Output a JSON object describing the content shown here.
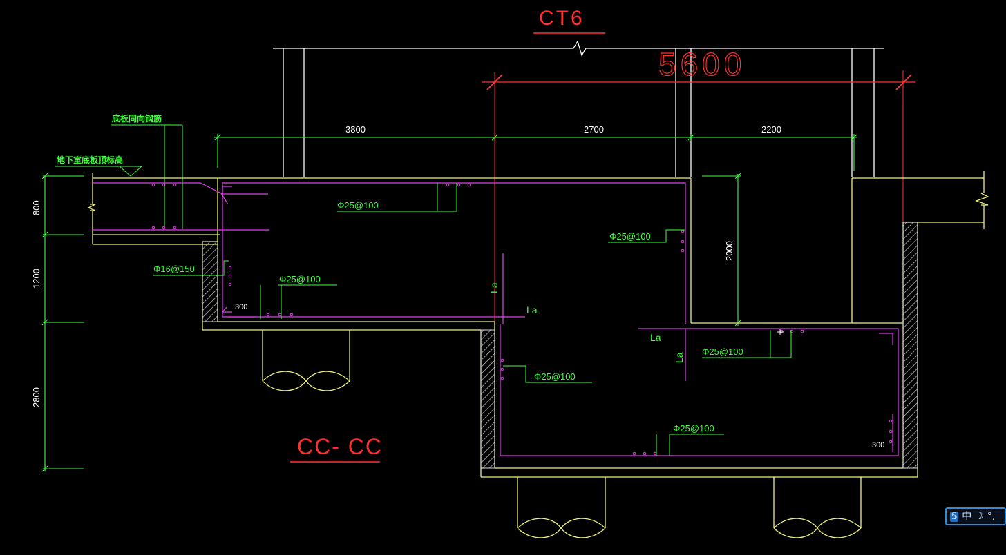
{
  "drawing": {
    "title": "CT6",
    "section_label": "CC- CC",
    "overall_dimension": "5600",
    "dimensions_horizontal": [
      "3800",
      "2700",
      "2200"
    ],
    "dimensions_vertical": [
      "800",
      "1200",
      "2800",
      "2000"
    ],
    "annotation_rebar": "底板同向钢筋",
    "annotation_elevation": "地下室底板顶标高",
    "rebar_labels": [
      "Φ25@100",
      "Φ16@150",
      "Φ25@100",
      "Φ25@100",
      "Φ25@100",
      "Φ25@100",
      "Φ25@100"
    ],
    "cover_labels": [
      "300",
      "300"
    ],
    "anchor_labels": [
      "La",
      "La",
      "La",
      "La"
    ],
    "colors": {
      "background": "#000000",
      "structure": "#f0f07a",
      "dimension": "#3cff3c",
      "rebar": "#e040e8",
      "red_text": "#ff3030",
      "white_line": "#ffffff",
      "hatch": "#d8d8d8"
    }
  },
  "ime_toolbar": {
    "logo": "𝕊",
    "language": "中",
    "mode_icon": "moon-icon",
    "punct": "°,"
  }
}
